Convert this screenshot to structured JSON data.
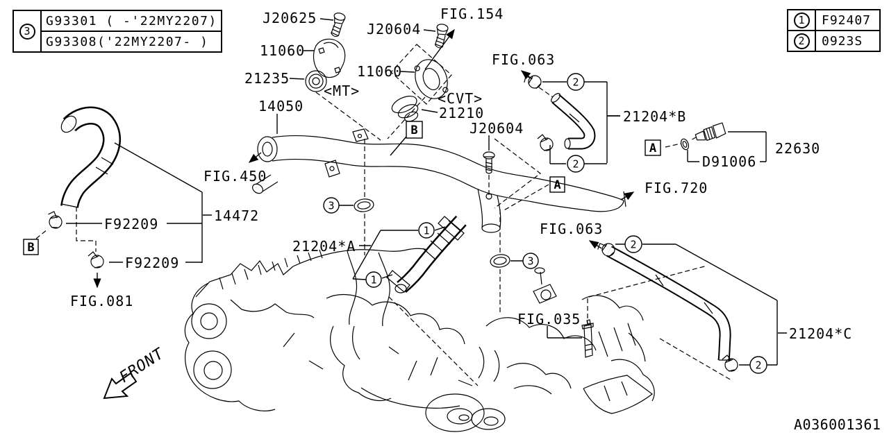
{
  "parts": {
    "j20625": "J20625",
    "j20604_a": "J20604",
    "j20604_b": "J20604",
    "b11060_mt": "11060",
    "b11060_cvt": "11060",
    "g21235": "21235",
    "t21210": "21210",
    "p14050": "14050",
    "h14472": "14472",
    "f92209_a": "F92209",
    "f92209_b": "F92209",
    "h21204a": "21204*A",
    "h21204b": "21204*B",
    "h21204c": "21204*C",
    "s22630": "22630",
    "w_d91006": "D91006"
  },
  "figs": {
    "f154": "FIG.154",
    "f450": "FIG.450",
    "f063a": "FIG.063",
    "f063b": "FIG.063",
    "f720": "FIG.720",
    "f081": "FIG.081",
    "f035": "FIG.035"
  },
  "notes": {
    "mt": "<MT>",
    "cvt": "<CVT>"
  },
  "symbols": {
    "s1": "1",
    "s2": "2",
    "s3": "3",
    "a": "A",
    "b": "B"
  },
  "legend_left": {
    "symbol": "3",
    "rows": [
      {
        "text": "G93301 ( -'22MY2207)"
      },
      {
        "text": "G93308('22MY2207- )"
      }
    ]
  },
  "legend_right": {
    "rows": [
      {
        "symbol": "1",
        "part": "F92407"
      },
      {
        "symbol": "2",
        "part": "0923S"
      }
    ]
  },
  "front_marker": "FRONT",
  "drawing_number": "A036001361",
  "line_color": "#000000",
  "background_color": "#ffffff"
}
